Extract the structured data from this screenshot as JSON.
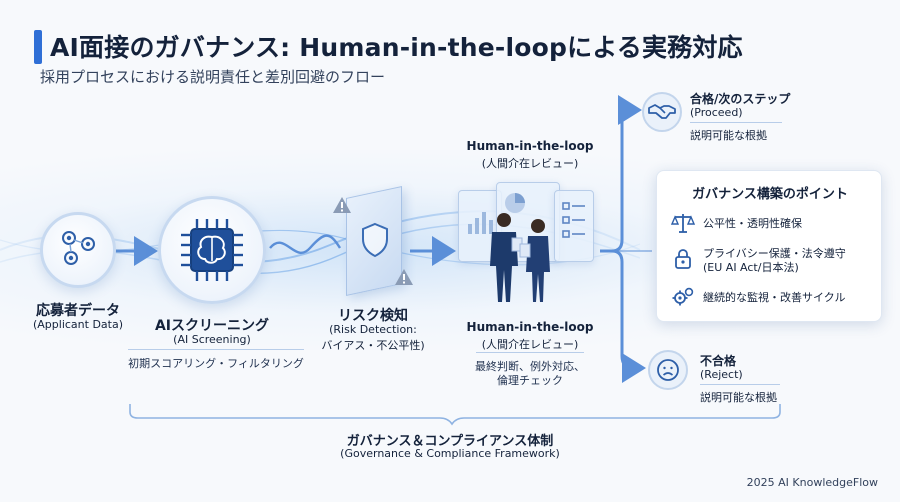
{
  "header": {
    "title": "AI面接のガバナンス: Human-in-the-loopによる実務対応",
    "subtitle": "採用プロセスにおける説明責任と差別回避のフロー"
  },
  "steps": {
    "applicant": {
      "label": "応募者データ",
      "sub": "(Applicant Data)"
    },
    "screening": {
      "label": "AIスクリーニング",
      "sub": "(AI Screening)",
      "desc": "初期スコアリング・フィルタリング"
    },
    "risk": {
      "label": "リスク検知",
      "sub1": "(Risk Detection:",
      "sub2": "バイアス・不公平性)"
    },
    "hitl_top": {
      "label": "Human-in-the-loop",
      "sub": "(人間介在レビュー)"
    },
    "hitl_bottom": {
      "label": "Human-in-the-loop",
      "sub": "(人間介在レビュー)",
      "desc1": "最終判断、例外対応、",
      "desc2": "倫理チェック"
    }
  },
  "outcomes": {
    "proceed": {
      "label": "合格/次のステップ",
      "sub": "(Proceed)",
      "note": "説明可能な根拠"
    },
    "reject": {
      "label": "不合格",
      "sub": "(Reject)",
      "note": "説明可能な根拠"
    }
  },
  "governance": {
    "title": "ガバナンス構築のポイント",
    "item1": "公平性・透明性確保",
    "item2a": "プライバシー保護・法令遵守",
    "item2b": "(EU AI Act/日本法)",
    "item3": "継続的な監視・改善サイクル"
  },
  "framework": {
    "label": "ガバナンス＆コンプライアンス体制",
    "sub": "(Governance & Compliance Framework)"
  },
  "footer": {
    "credit": "2025 AI KnowledgeFlow"
  },
  "colors": {
    "accent": "#2f6fd6",
    "flow": "#5b8fd8",
    "dark": "#14223b"
  },
  "icons": [
    "users-icon",
    "brain-chip-icon",
    "shield-icon",
    "warning-icon",
    "reviewers-icon",
    "handshake-icon",
    "scales-icon",
    "lock-icon",
    "gears-icon",
    "sad-face-icon"
  ]
}
